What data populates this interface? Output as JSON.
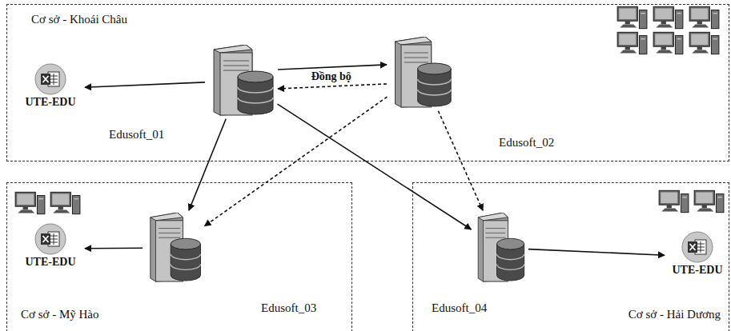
{
  "diagram": {
    "nodes": [
      {
        "text": [
          "Cơ sở - Khoái Châu"
        ]
      },
      {
        "text": [
          "UTE-EDU"
        ],
        "in": 0
      },
      {
        "text": [
          "Edusoft_01"
        ],
        "in": 0
      },
      {
        "text": [
          "Edusoft_02"
        ],
        "in": 0
      },
      {
        "text": [
          "Cơ sở - Mỹ Hào"
        ]
      },
      {
        "text": [
          "UTE-EDU"
        ],
        "in": 4
      },
      {
        "text": [
          "Edusoft_03"
        ],
        "in": 4
      },
      {
        "text": [
          "Cơ sở - Hải Dương"
        ]
      },
      {
        "text": [
          "Edusoft_04"
        ],
        "in": 7
      },
      {
        "text": [
          "UTE-EDU"
        ],
        "in": 7
      }
    ],
    "edges": [
      {
        "from": 2,
        "to": 1,
        "arrow": "to"
      },
      {
        "from": 2,
        "to": 3,
        "label": "Đồng bộ",
        "arrow": "to"
      },
      {
        "from": 3,
        "to": 2,
        "arrow": "to"
      },
      {
        "from": 2,
        "to": 6,
        "arrow": "to"
      },
      {
        "from": 3,
        "to": 6,
        "arrow": "to"
      },
      {
        "from": 2,
        "to": 8,
        "arrow": "to"
      },
      {
        "from": 3,
        "to": 8,
        "arrow": "to"
      },
      {
        "from": 6,
        "to": 5,
        "arrow": "to"
      },
      {
        "from": 8,
        "to": 9,
        "arrow": "to"
      }
    ]
  }
}
